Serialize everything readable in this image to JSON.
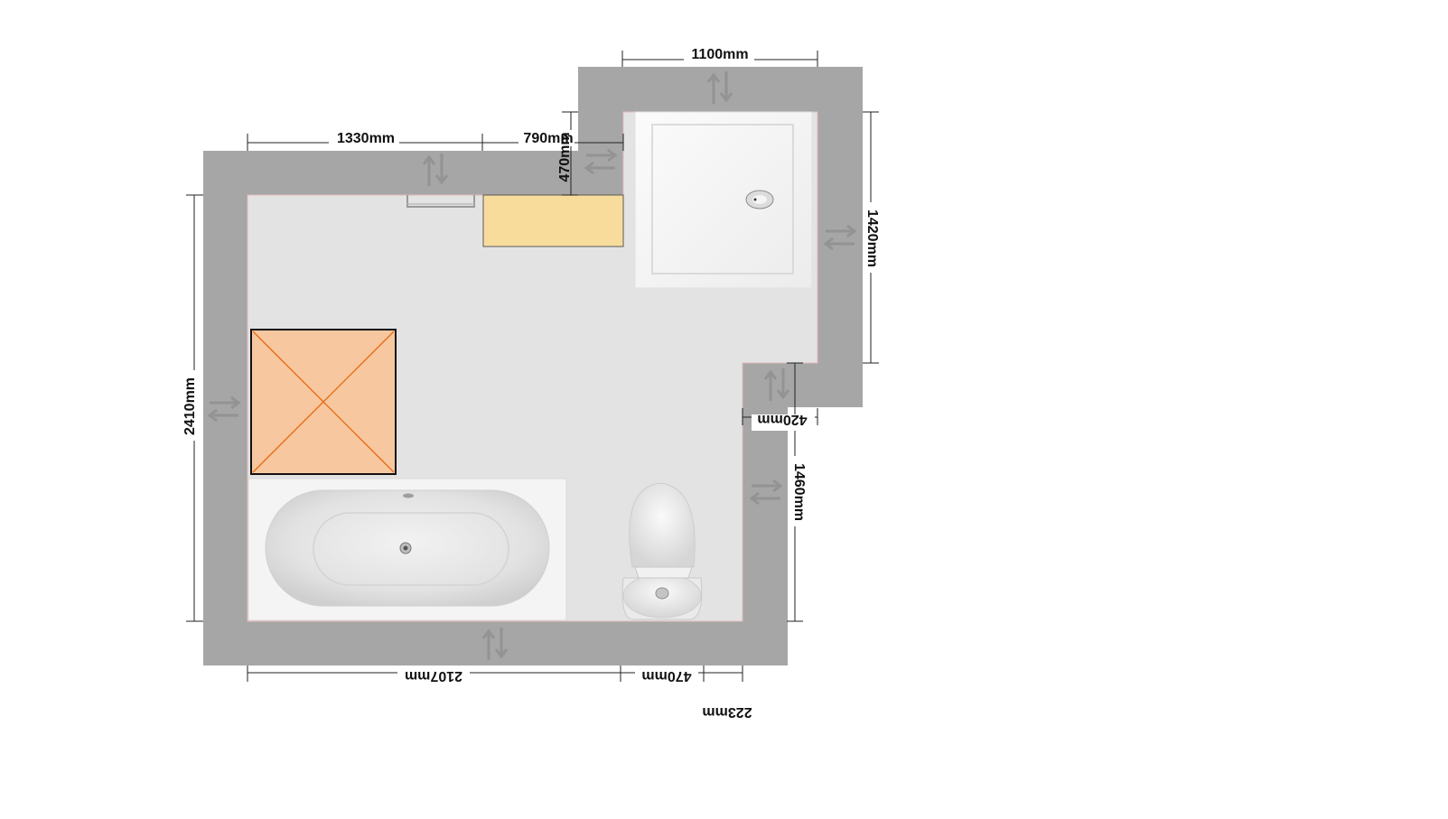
{
  "colors": {
    "wall": "#a6a6a6",
    "floor": "#e3e3e3",
    "cabinet": "#f7dc9c",
    "ceiling_box": "#f7c8a0",
    "ceiling_box_stroke": "#e8701a"
  },
  "dimensions": {
    "top_left": "1330mm",
    "top_middle": "790mm",
    "top_right": "1100mm",
    "notch_depth": "470mm",
    "right_upper": "1420mm",
    "right_lower": "1460mm",
    "step": "420mm",
    "left": "2410mm",
    "bottom_left": "2107mm",
    "bottom_middle": "470mm",
    "bottom_right": "223mm"
  },
  "fixtures": [
    "shower-tray",
    "vanity-cabinet",
    "towel-rail",
    "ceiling-hatch",
    "bathtub",
    "toilet"
  ]
}
